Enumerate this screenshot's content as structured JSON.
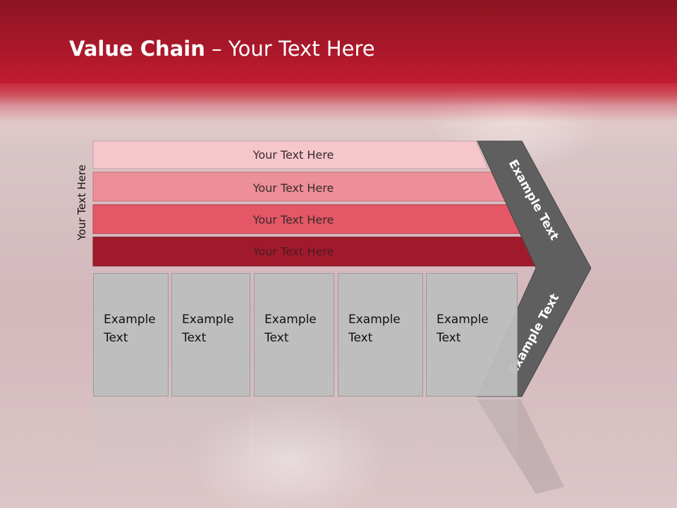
{
  "title": {
    "bold": "Value Chain",
    "rest": " – Your Text Here"
  },
  "side_label": "Your Text Here",
  "bars": [
    {
      "label": "Your Text Here"
    },
    {
      "label": "Your Text Here"
    },
    {
      "label": "Your Text Here"
    },
    {
      "label": "Your Text Here"
    }
  ],
  "columns": [
    {
      "line1": "Example",
      "line2": "Text"
    },
    {
      "line1": "Example",
      "line2": "Text"
    },
    {
      "line1": "Example",
      "line2": "Text"
    },
    {
      "line1": "Example",
      "line2": "Text"
    },
    {
      "line1": "Example",
      "line2": "Text"
    }
  ],
  "chevron": {
    "upper_label": "Example Text",
    "lower_label": "Example Text"
  },
  "colors": {
    "header": "#a9182a",
    "bar1": "#f6c6cd",
    "bar2": "#ec8f98",
    "bar3": "#e35766",
    "bar4": "#a11a2b",
    "chevron": "#5f5f5f",
    "column": "#bebebe"
  }
}
